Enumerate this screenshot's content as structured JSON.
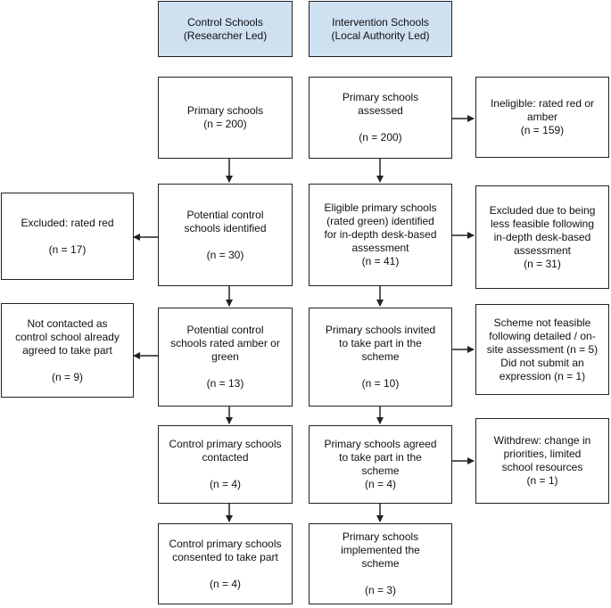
{
  "headers": {
    "control": "Control Schools\n(Researcher Led)",
    "intervention": "Intervention Schools\n(Local Authority Led)"
  },
  "control": {
    "primary": "Primary schools\n(n = 200)",
    "potential": "Potential control\nschools identified\n\n(n = 30)",
    "rated": "Potential control\nschools rated amber or\ngreen\n\n(n = 13)",
    "contacted": "Control primary schools\ncontacted\n\n(n = 4)",
    "consented": "Control primary schools\nconsented to take part\n\n(n = 4)"
  },
  "control_side": {
    "excluded_red": "Excluded: rated red\n\n(n = 17)",
    "not_contacted": "Not contacted as\ncontrol school already\nagreed to take part\n\n(n = 9)"
  },
  "intervention": {
    "assessed": "Primary schools\nassessed\n\n(n = 200)",
    "eligible": "Eligible primary schools\n(rated green) identified\nfor in-depth desk-based\nassessment\n(n = 41)",
    "invited": "Primary schools invited\nto take part in the\nscheme\n\n(n = 10)",
    "agreed": "Primary schools agreed\nto take part in the\nscheme\n(n = 4)",
    "implemented": "Primary schools\nimplemented the\nscheme\n\n(n = 3)"
  },
  "intervention_side": {
    "ineligible": "Ineligible: rated red or\namber\n(n = 159)",
    "excluded_feasible": "Excluded due to being\nless feasible following\nin-depth desk-based\nassessment\n(n = 31)",
    "not_feasible": "Scheme not feasible\nfollowing detailed / on-\nsite assessment (n = 5)\nDid not submit an\nexpression (n = 1)",
    "withdrew": "Withdrew: change in\npriorities, limited\nschool resources\n(n = 1)"
  }
}
